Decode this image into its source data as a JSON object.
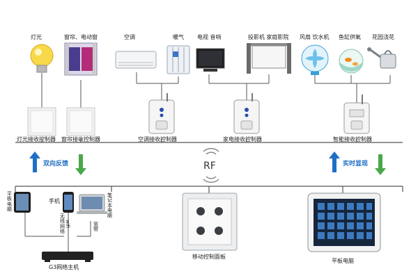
{
  "devices": {
    "light": "灯光",
    "curtain": "窗帘、电动窗",
    "ac": "空调",
    "heater": "暖气",
    "tv_audio": "电视 音响",
    "projector": "投影机 家庭影院",
    "fan_water": "风扇 饮水机",
    "fish_tank": "鱼缸供氧",
    "garden": "花园浇花"
  },
  "controllers": {
    "light": "灯光接收控制器",
    "curtain": "窗帘接收控制器",
    "ac": "空调接收控制器",
    "appliance": "家电接收控制器",
    "smart": "智能接收控制器"
  },
  "center": {
    "rf": "RF",
    "left_arrow": "双向反馈",
    "right_arrow": "实时显现"
  },
  "bottom": {
    "tablet_vertical": "平板电脑",
    "phone": "手机",
    "laptop_vertical": "笔记本电脑",
    "wireless": "无线网络",
    "wifi": "wifi",
    "broadband": "宽带",
    "host": "G3网络主机",
    "panel": "移动控制面板",
    "tablet": "平板电脑"
  },
  "colors": {
    "arrow_blue": "#1f6fc4",
    "arrow_green": "#4aa84a",
    "line": "#555555"
  }
}
